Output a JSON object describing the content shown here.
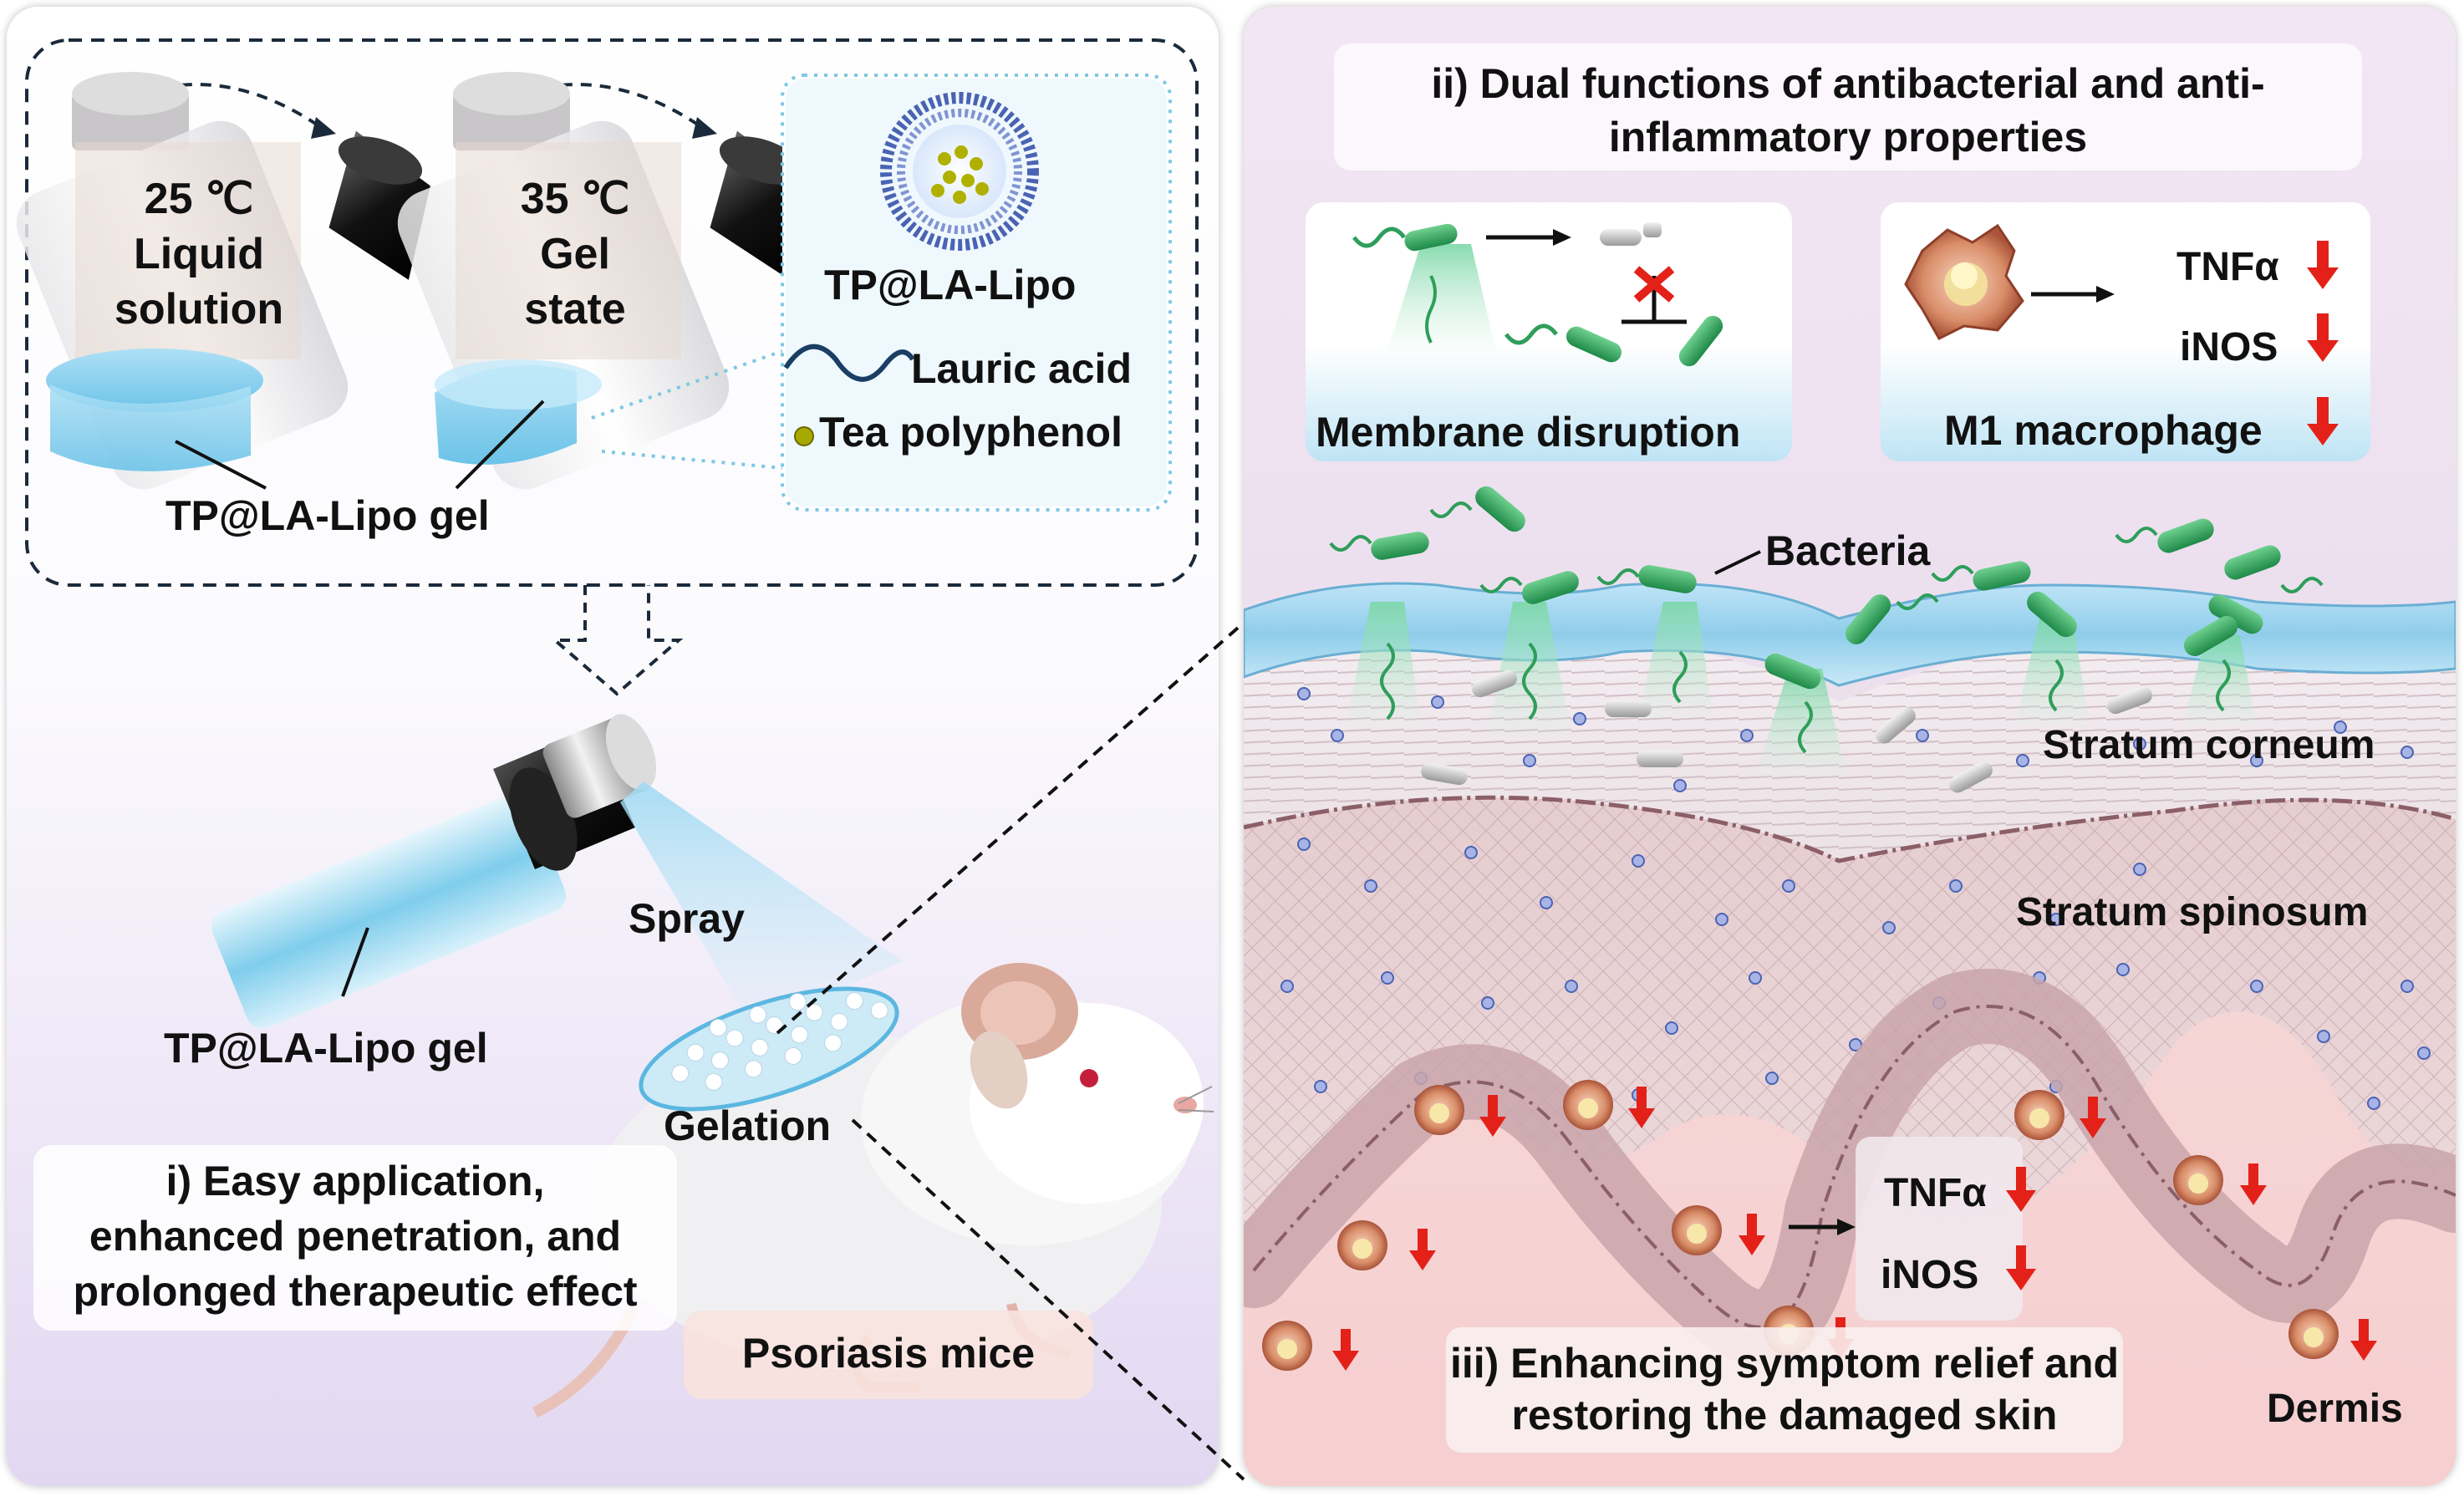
{
  "left_panel": {
    "vial1": {
      "temp": "25 ℃",
      "state_line1": "Liquid",
      "state_line2": "solution"
    },
    "vial2": {
      "temp": "35 ℃",
      "state_line1": "Gel",
      "state_line2": "state"
    },
    "gel_label_top": "TP@LA-Lipo gel",
    "legend": {
      "liposome": "TP@LA-Lipo",
      "lauric_acid": "Lauric acid",
      "tea_polyphenol": "Tea polyphenol"
    },
    "spray_label": "Spray",
    "gel_label_bottom": "TP@LA-Lipo gel",
    "gelation_label": "Gelation",
    "caption_i": [
      "i) Easy application,",
      "enhanced penetration, and",
      "prolonged therapeutic effect"
    ],
    "mice_label": "Psoriasis mice"
  },
  "right_panel": {
    "title_ii": [
      "ii) Dual functions of antibacterial and anti-",
      "inflammatory properties"
    ],
    "membrane_label": "Membrane disruption",
    "macrophage_box": {
      "label": "M1 macrophage",
      "marker1": "TNFα",
      "marker2": "iNOS"
    },
    "bacteria_label": "Bacteria",
    "layers": {
      "corneum": "Stratum corneum",
      "spinosum": "Stratum spinosum",
      "dermis": "Dermis"
    },
    "inner_markers": {
      "marker1": "TNFα",
      "marker2": "iNOS"
    },
    "caption_iii": [
      "iii) Enhancing symptom relief and",
      "restoring the damaged skin"
    ]
  },
  "colors": {
    "down_arrow": "#e32119",
    "bacteria": "#2e9e5a",
    "left_panel_bottom": "#e6dcf3",
    "right_panel_bg": "#efe2ef"
  }
}
